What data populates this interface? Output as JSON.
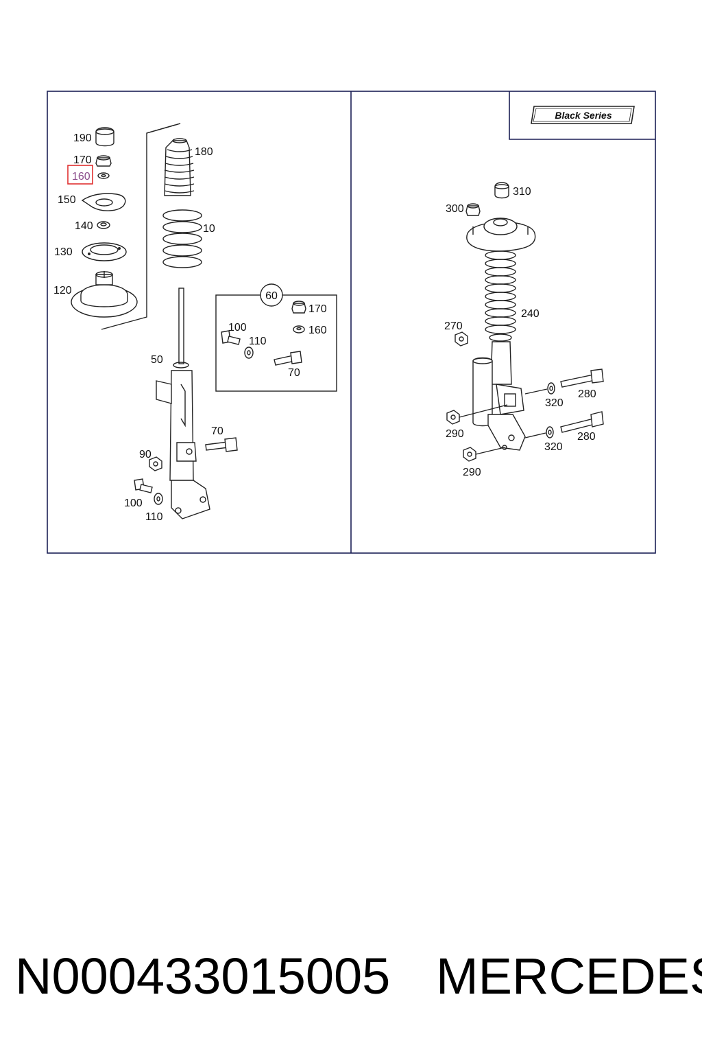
{
  "diagram": {
    "badge": "Black Series",
    "highlight_color": "#e03030",
    "front_callouts": {
      "c190": "190",
      "c170": "170",
      "c160": "160",
      "c150": "150",
      "c140": "140",
      "c130": "130",
      "c120": "120",
      "c180": "180",
      "c10": "10",
      "c50": "50",
      "c70": "70",
      "c90": "90",
      "c100": "100",
      "c110": "110"
    },
    "kit": {
      "number": "60",
      "c170": "170",
      "c160": "160",
      "c100": "100",
      "c110": "110",
      "c70": "70"
    },
    "rear_callouts": {
      "c310": "310",
      "c300": "300",
      "c240": "240",
      "c270": "270",
      "c280a": "280",
      "c320a": "320",
      "c290a": "290",
      "c280b": "280",
      "c320b": "320",
      "c290b": "290"
    },
    "highlighted_part": "160"
  },
  "caption": {
    "part_number": "N000433015005",
    "brand": "MERCEDES"
  }
}
